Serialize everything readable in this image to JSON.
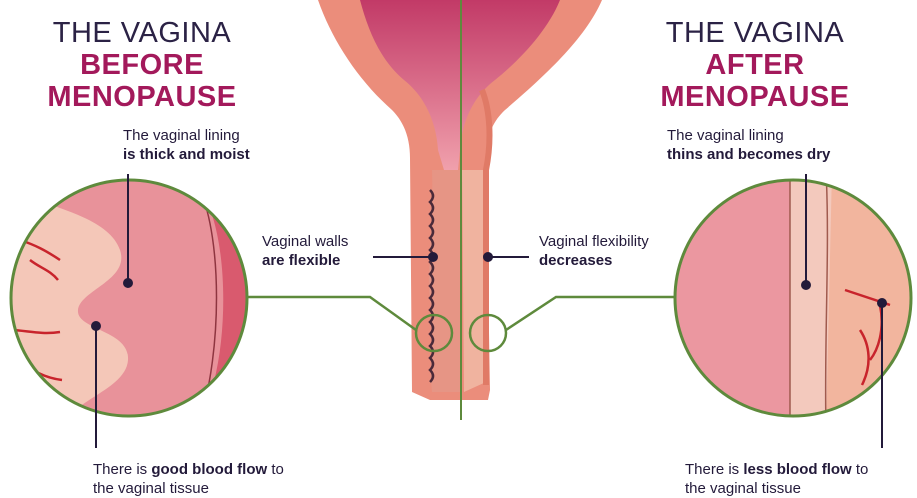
{
  "before": {
    "title_prefix": "THE VAGINA ",
    "title_accent": "BEFORE",
    "title_line2": "MENOPAUSE",
    "lining_line1": "The vaginal lining",
    "lining_line2": "is thick and moist",
    "walls_line1": "Vaginal walls",
    "walls_line2": "are flexible",
    "blood_prefix": "There is ",
    "blood_bold": "good blood flow",
    "blood_suffix": " to",
    "blood_line2": "the vaginal tissue"
  },
  "after": {
    "title_prefix": "THE VAGINA ",
    "title_accent": "AFTER",
    "title_line2": "MENOPAUSE",
    "lining_line1": "The vaginal lining",
    "lining_line2": "thins and becomes dry",
    "flex_line1": "Vaginal flexibility",
    "flex_line2": "decreases",
    "blood_prefix": "There is ",
    "blood_bold": "less blood flow",
    "blood_suffix": " to",
    "blood_line2": "the vaginal tissue"
  },
  "colors": {
    "title_dark": "#2b2245",
    "title_accent": "#a3195b",
    "circle_outline": "#5e8a3c",
    "tissue_pink": "#e8929a",
    "tissue_light": "#f6d2c4",
    "vessel_red": "#c8242c",
    "label_dark": "#231a3a"
  }
}
